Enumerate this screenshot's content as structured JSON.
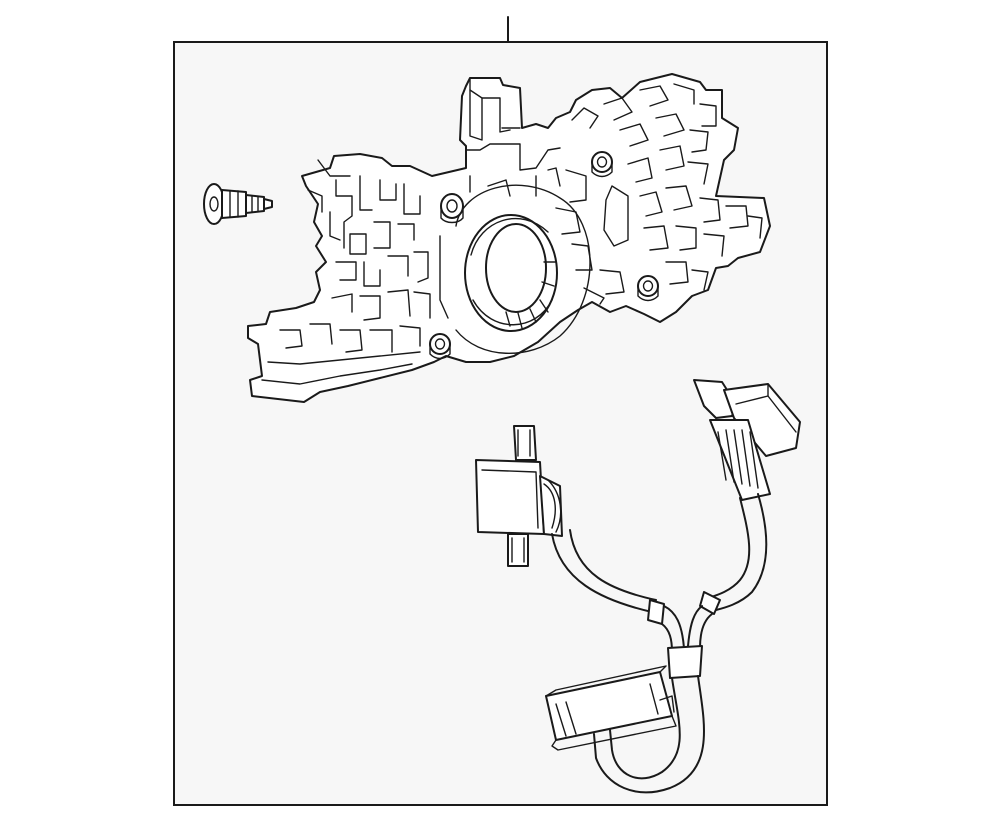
{
  "diagram": {
    "parts": [
      {
        "name": "switch-housing"
      },
      {
        "name": "screw"
      },
      {
        "name": "wire-harness"
      }
    ]
  }
}
